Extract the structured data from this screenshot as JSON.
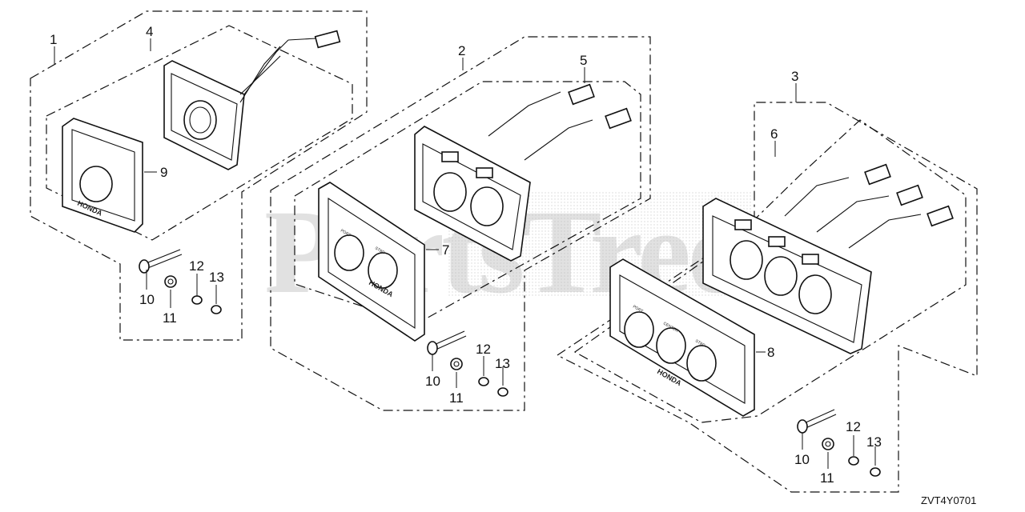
{
  "callouts": {
    "c1": "1",
    "c2": "2",
    "c3": "3",
    "c4": "4",
    "c5": "5",
    "c6": "6",
    "c7": "7",
    "c8": "8",
    "c9": "9",
    "a10": "10",
    "a11": "11",
    "a12": "12",
    "a13": "13",
    "b10": "10",
    "b11": "11",
    "b12": "12",
    "b13": "13",
    "d10": "10",
    "d11": "11",
    "d12": "12",
    "d13": "13"
  },
  "diagram_code": "ZVT4Y0701",
  "watermark": "PartsTree",
  "panel_text": {
    "brand": "HONDA",
    "port": "PORT",
    "center": "CENTER",
    "stbd": "STBD"
  }
}
